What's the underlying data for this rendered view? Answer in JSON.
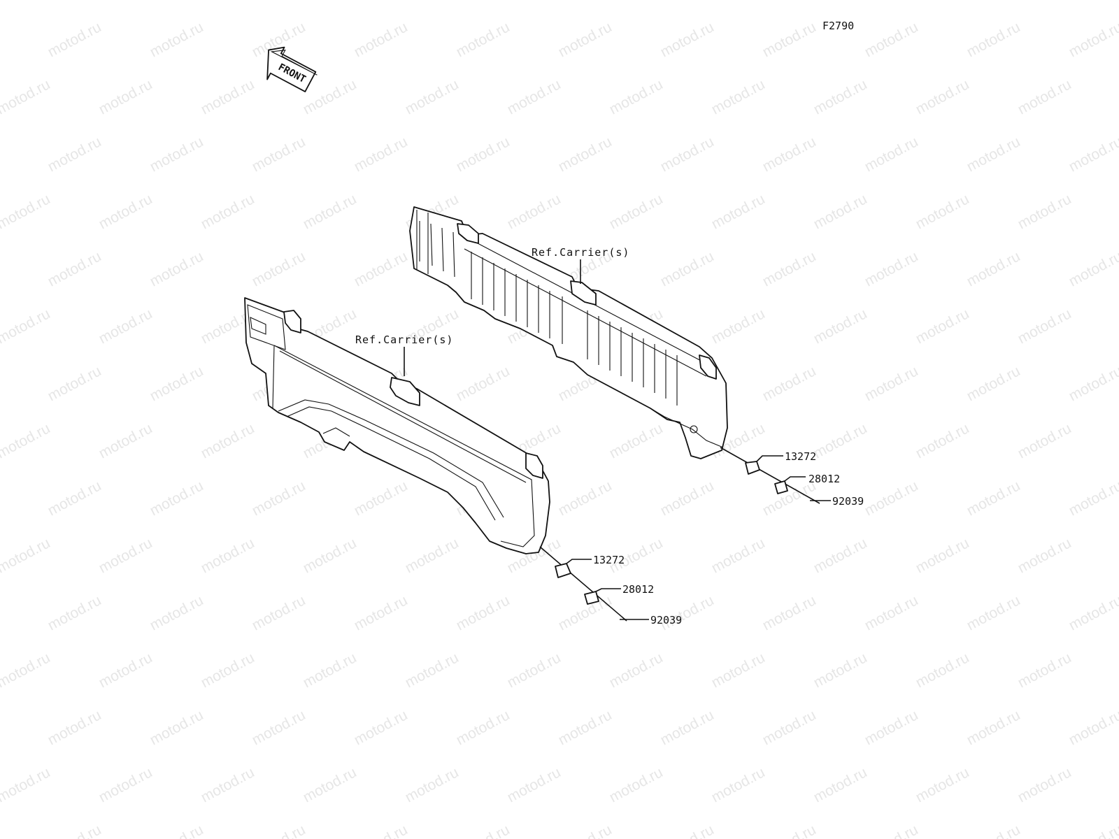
{
  "figure_code": "F2790",
  "front_arrow_label": "FRONT",
  "watermark_text": "motod.ru",
  "colors": {
    "line": "#111111",
    "background": "#ffffff",
    "watermark": "#e6e6e6"
  },
  "rear_carrier": {
    "ref_label": "Ref.Carrier(s)",
    "callouts": [
      "13272",
      "28012",
      "92039"
    ]
  },
  "front_carrier": {
    "ref_label": "Ref.Carrier(s)",
    "callouts": [
      "13272",
      "28012",
      "92039"
    ]
  }
}
